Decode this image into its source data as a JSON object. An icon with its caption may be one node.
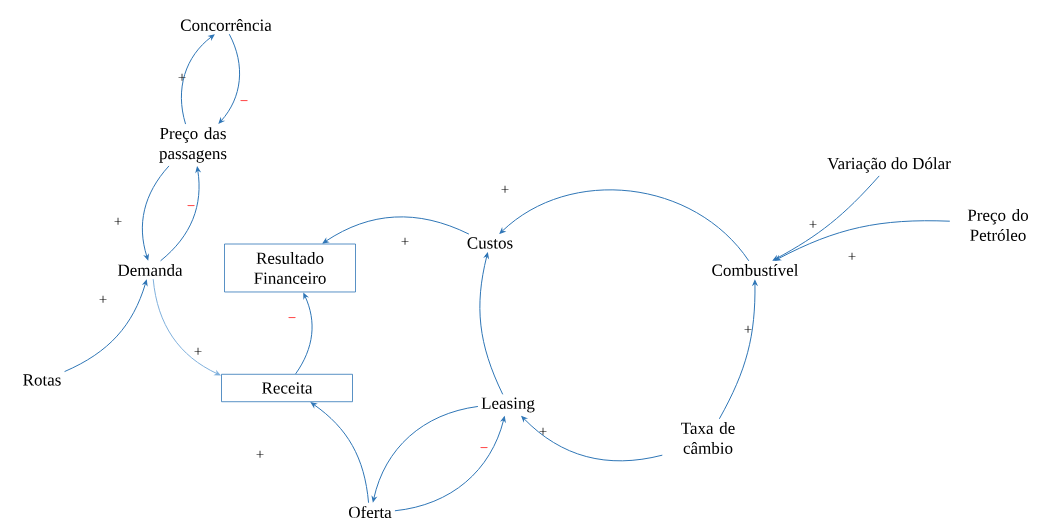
{
  "diagram": {
    "nodes": [
      {
        "text": [
          "Concorrência"
        ]
      },
      {
        "text": [
          "Preço das passagens"
        ]
      },
      {
        "text": [
          "Demanda"
        ]
      },
      {
        "text": [
          "Resultado Financeiro"
        ]
      },
      {
        "text": [
          "Custos"
        ]
      },
      {
        "text": [
          "Combustível"
        ]
      },
      {
        "text": [
          "Variação do Dólar"
        ]
      },
      {
        "text": [
          "Preço do Petróleo"
        ]
      },
      {
        "text": [
          "Rotas"
        ]
      },
      {
        "text": [
          "Receita"
        ]
      },
      {
        "text": [
          "Leasing"
        ]
      },
      {
        "text": [
          "Taxa de câmbio"
        ]
      },
      {
        "text": [
          "Oferta"
        ]
      }
    ],
    "edges": [
      {
        "from": 1,
        "to": 0,
        "arrow": "to",
        "label": "+"
      },
      {
        "from": 0,
        "to": 1,
        "arrow": "to",
        "label": "−"
      },
      {
        "from": 1,
        "to": 2,
        "arrow": "to",
        "label": "+"
      },
      {
        "from": 2,
        "to": 1,
        "arrow": "to",
        "label": "−"
      },
      {
        "from": 8,
        "to": 2,
        "arrow": "to",
        "label": "+"
      },
      {
        "from": 2,
        "to": 9,
        "arrow": "to",
        "label": "+",
        "color": "#7fb0dc"
      },
      {
        "from": 9,
        "to": 3,
        "arrow": "to",
        "label": "−"
      },
      {
        "from": 4,
        "to": 3,
        "arrow": "to",
        "label": "+"
      },
      {
        "from": 5,
        "to": 4,
        "arrow": "to",
        "label": "+"
      },
      {
        "from": 10,
        "to": 4,
        "arrow": "to"
      },
      {
        "from": 6,
        "to": 5,
        "arrow": "to",
        "label": "+"
      },
      {
        "from": 7,
        "to": 5,
        "arrow": "to",
        "label": "+"
      },
      {
        "from": 11,
        "to": 5,
        "arrow": "to",
        "label": "+"
      },
      {
        "from": 11,
        "to": 10,
        "arrow": "to",
        "label": "+"
      },
      {
        "from": 10,
        "to": 12,
        "arrow": "to"
      },
      {
        "from": 12,
        "to": 10,
        "arrow": "to",
        "label": "−"
      },
      {
        "from": 12,
        "to": 9,
        "arrow": "to",
        "label": "+"
      }
    ]
  }
}
